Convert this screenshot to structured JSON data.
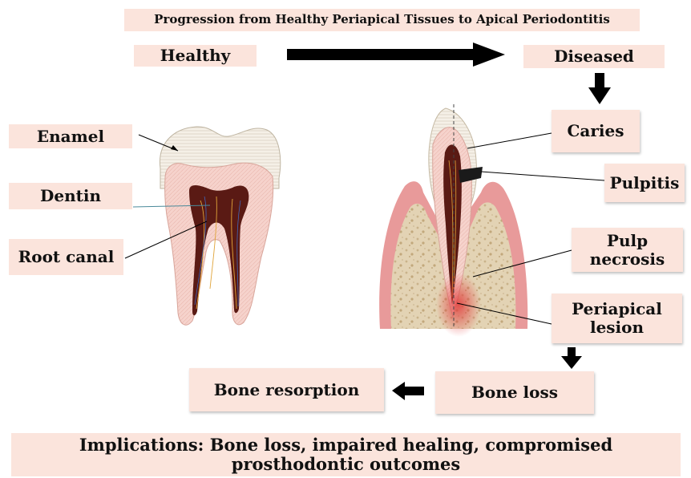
{
  "title": "Progression from Healthy Periapical Tissues to Apical Periodontitis",
  "stages": {
    "healthy": "Healthy",
    "diseased": "Diseased"
  },
  "healthy_labels": {
    "enamel": "Enamel",
    "dentin": "Dentin",
    "root_canal": "Root canal"
  },
  "disease_labels": {
    "caries": "Caries",
    "pulpitis": "Pulpitis",
    "pulp_necrosis": "Pulp necrosis",
    "periapical_lesion": "Periapical lesion"
  },
  "outcomes": {
    "bone_loss": "Bone loss",
    "bone_resorption": "Bone resorption"
  },
  "implications": "Implications: Bone loss, impaired healing, compromised prosthodontic outcomes",
  "colors": {
    "label_bg": "#fbe4dc",
    "arrow": "#000000",
    "enamel": "#f2ece2",
    "dentin": "#f6d3cc",
    "pulp": "#5a1a14",
    "gum": "#e89a9a",
    "bone": "#e3d3b4",
    "lesion": "#e23a3a"
  }
}
